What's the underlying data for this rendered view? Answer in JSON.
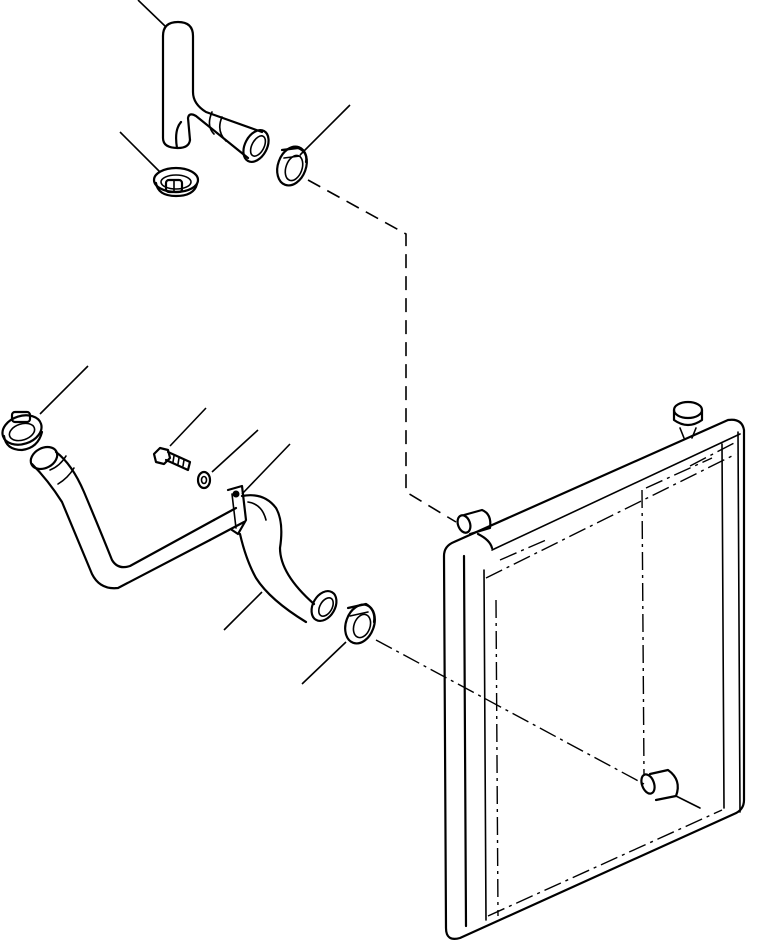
{
  "figure": {
    "kind": "exploded-parts-diagram",
    "parts": [
      {
        "id": "upper-hose",
        "icon": "bent-hose"
      },
      {
        "id": "upper-hose-clamp-left",
        "icon": "hose-clamp"
      },
      {
        "id": "upper-hose-clamp-right",
        "icon": "hose-clamp"
      },
      {
        "id": "lower-hose-clamp-top",
        "icon": "hose-clamp"
      },
      {
        "id": "bolt",
        "icon": "bolt"
      },
      {
        "id": "washer",
        "icon": "washer"
      },
      {
        "id": "lower-tube",
        "icon": "bent-tube"
      },
      {
        "id": "lower-hose",
        "icon": "bent-hose"
      },
      {
        "id": "lower-hose-clamp-bottom",
        "icon": "hose-clamp"
      },
      {
        "id": "radiator",
        "icon": "radiator"
      }
    ],
    "line_color": "#000000",
    "background": "#ffffff"
  }
}
